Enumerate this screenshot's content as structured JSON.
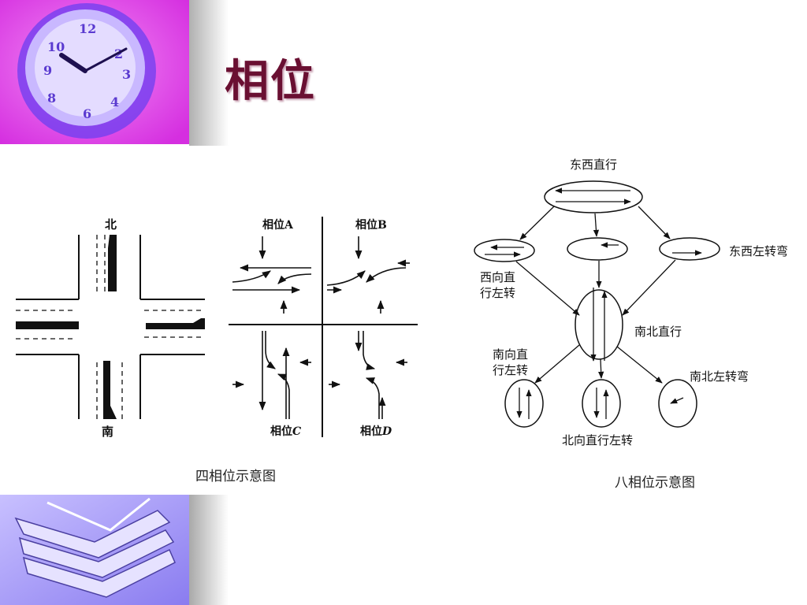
{
  "slide": {
    "title": "相位",
    "caption_four_phase": "四相位示意图",
    "caption_eight_phase": "八相位示意图"
  },
  "four_phase": {
    "north": "北",
    "south": "南",
    "phase_a": "相位A",
    "phase_b": "相位B",
    "phase_c": "相位",
    "phase_c_letter": "C",
    "phase_d": "相位",
    "phase_d_letter": "D"
  },
  "eight_phase": {
    "ew_through": "东西直行",
    "ew_left": "东西左转弯",
    "west_line1": "西向直",
    "west_line2": "行左转",
    "ns_through": "南北直行",
    "south_line1": "南向直",
    "south_line2": "行左转",
    "ns_left": "南北左转弯",
    "north_through_left": "北向直行左转"
  },
  "colors": {
    "title": "#6a1032",
    "decor_magenta": "#e24fe8",
    "decor_violet": "#8a7cf0"
  }
}
